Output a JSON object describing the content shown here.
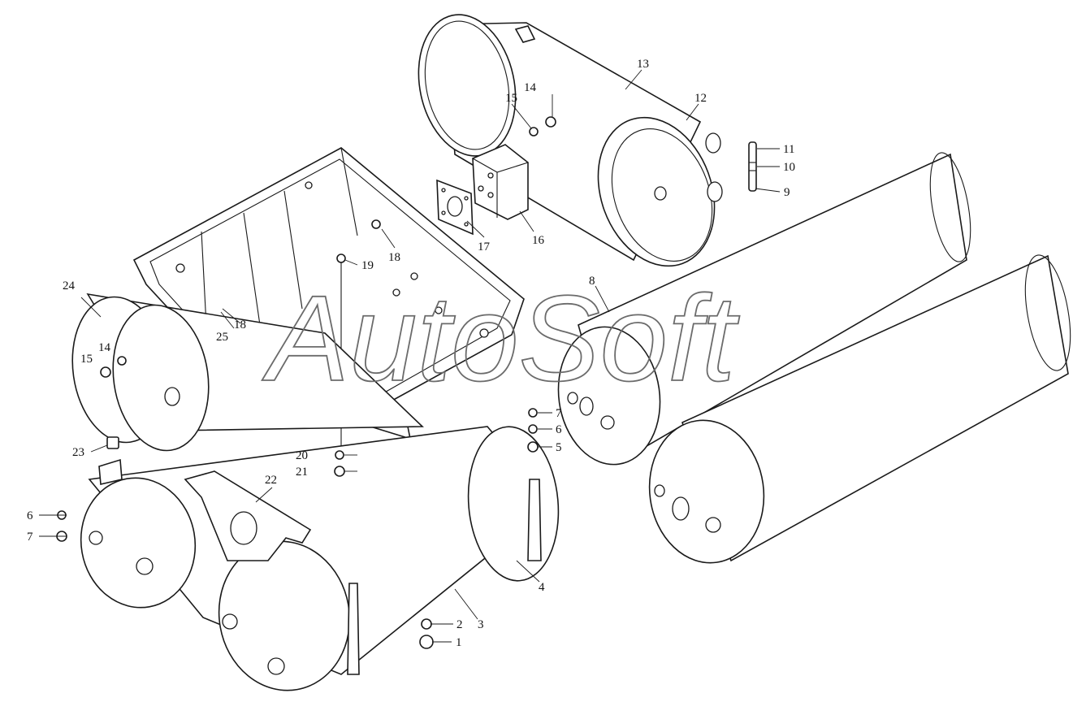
{
  "diagram": {
    "watermark": "AutoSoft",
    "callouts": [
      "1",
      "2",
      "3",
      "4",
      "5",
      "6",
      "7",
      "8",
      "9",
      "10",
      "11",
      "12",
      "13",
      "14",
      "15",
      "16",
      "17",
      "18",
      "19",
      "20",
      "21",
      "22",
      "23",
      "24",
      "25"
    ]
  }
}
